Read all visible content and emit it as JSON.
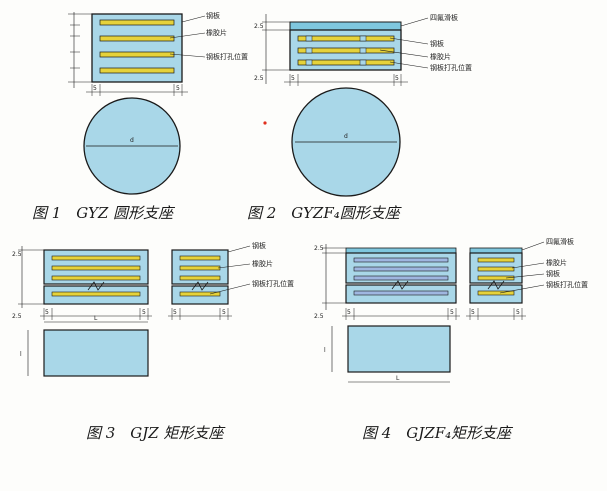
{
  "colors": {
    "rubber": "#a9d7e8",
    "steel": "#e6d23a",
    "ptfe": "#7fc7de",
    "lines": "#1a1a1a",
    "accent_dot": "#e0301e"
  },
  "symbols": {
    "diameter": "d",
    "length": "L",
    "width": "l",
    "edge": "5"
  },
  "dims": {
    "edge_25": "2.5"
  },
  "labels": {
    "steel_plate": "钢板",
    "rubber_sheet": "橡胶片",
    "steel_hole_position": "钢板打孔位置",
    "ptfe_slide_plate": "四氟滑板",
    "rubber_layer": "橡胶片"
  },
  "captions": {
    "fig1": "图 1　GYZ 圆形支座",
    "fig2": "图 2　GYZF₄圆形支座",
    "fig3": "图 3　GJZ 矩形支座",
    "fig4": "图 4　GJZF₄矩形支座"
  }
}
